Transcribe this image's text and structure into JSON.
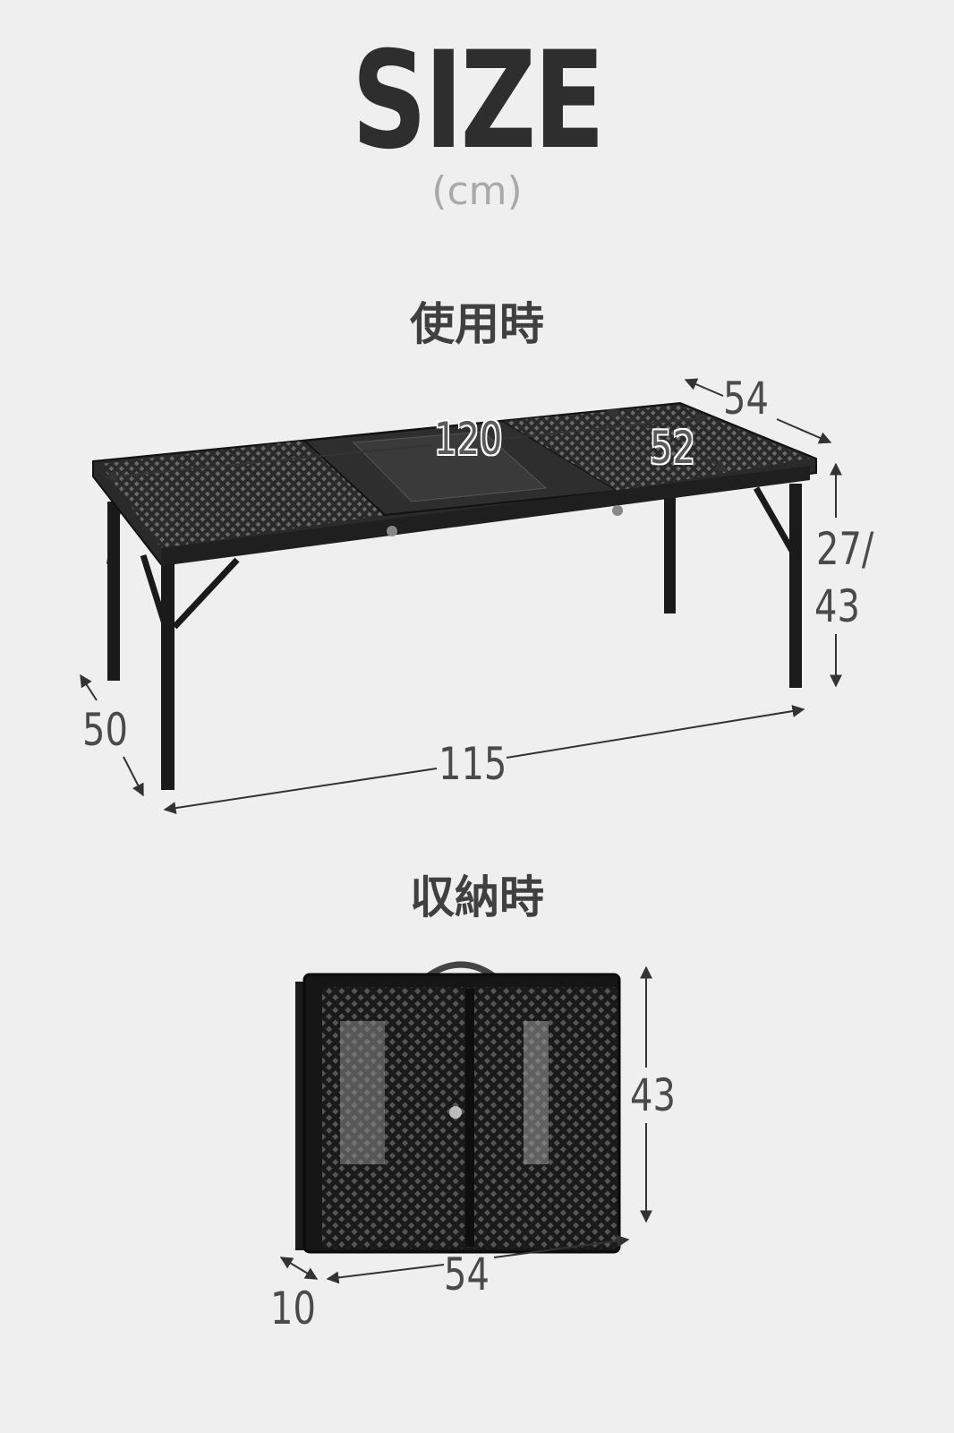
{
  "header": {
    "title": "SIZE",
    "unit": "(cm)"
  },
  "in_use": {
    "heading": "使用時",
    "dimensions": {
      "top_width": "120",
      "depth_outer": "54",
      "depth_inner": "52",
      "height_line1": "27/",
      "height_line2": "43",
      "leg_depth": "50",
      "leg_width": "115"
    }
  },
  "stored": {
    "heading": "収納時",
    "dimensions": {
      "height": "43",
      "width": "54",
      "thickness": "10"
    }
  },
  "colors": {
    "background": "#efefef",
    "text": "#3a3a3a",
    "product": "#1c1c1c",
    "arrow": "#333333"
  }
}
